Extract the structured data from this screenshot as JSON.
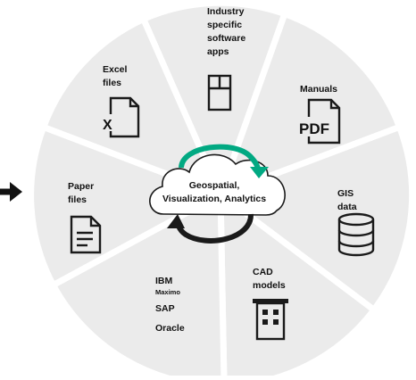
{
  "segments": {
    "industry": [
      "Industry",
      "specific",
      "software",
      "apps"
    ],
    "manuals": [
      "Manuals"
    ],
    "gis": [
      "GIS",
      "data"
    ],
    "cad": [
      "CAD",
      "models"
    ],
    "erp": {
      "ibm": "IBM",
      "maximo": "Maximo",
      "sap": "SAP",
      "oracle": "Oracle"
    },
    "paper": [
      "Paper",
      "files"
    ],
    "excel": [
      "Excel",
      "files"
    ]
  },
  "icons": {
    "excel_letter": "X",
    "pdf_letter": "PDF"
  },
  "center": [
    "Geospatial,",
    "Visualization, Analytics"
  ],
  "colors": {
    "segment_fill": "#ebebeb",
    "accent_green": "#01a982",
    "dark": "#1a1a1a"
  }
}
